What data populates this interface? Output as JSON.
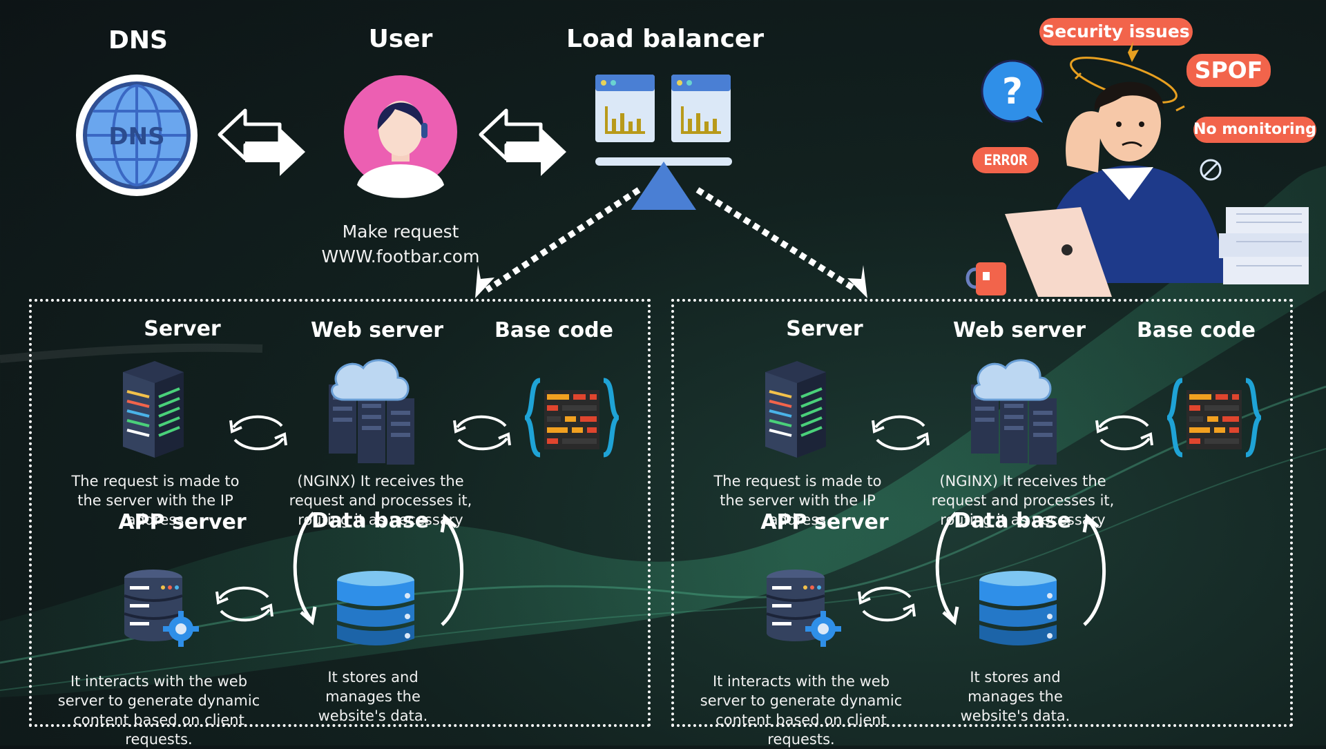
{
  "top": {
    "dns": {
      "title": "DNS",
      "icon_text": "DNS"
    },
    "user": {
      "title": "User",
      "caption_line1": "Make request",
      "caption_line2": "WWW.footbar.com"
    },
    "load_balancer": {
      "title": "Load balancer"
    }
  },
  "issues": {
    "security": "Security issues",
    "spof": "SPOF",
    "monitoring": "No monitoring",
    "error": "ERROR",
    "question": "?"
  },
  "panels": [
    {
      "server": {
        "title": "Server",
        "desc": "The request is made to the server with the IP address"
      },
      "web_server": {
        "title": "Web server",
        "desc": "(NGINX) It receives the request and processes it, routing it as necessary"
      },
      "base_code": {
        "title": "Base code"
      },
      "app_server": {
        "title": "APP server",
        "desc": "It interacts with the web server to generate dynamic content based on client requests."
      },
      "data_base": {
        "title": "Data base",
        "desc": "It stores and manages the website's data."
      }
    },
    {
      "server": {
        "title": "Server",
        "desc": "The request is made to the server with the IP address"
      },
      "web_server": {
        "title": "Web server",
        "desc": "(NGINX) It receives the request and processes it, routing it as necessary"
      },
      "base_code": {
        "title": "Base code"
      },
      "app_server": {
        "title": "APP server",
        "desc": "It interacts with the web server to generate dynamic content based on client requests."
      },
      "data_base": {
        "title": "Data base",
        "desc": "It stores and manages the website's data."
      }
    }
  ],
  "colors": {
    "pill": "#f2644b",
    "accent_blue": "#4a7fd4",
    "dns_blue": "#5a96e6",
    "user_pink": "#ec5fb2"
  }
}
